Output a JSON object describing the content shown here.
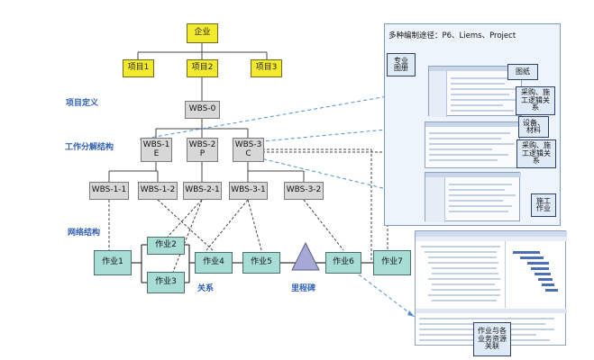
{
  "labels": {
    "project_definition": "项目定义",
    "wbs_structure": "工作分解结构",
    "network_structure": "网络结构",
    "relation": "关系",
    "milestone": "里程碑"
  },
  "nodes": {
    "enterprise": "企业",
    "project1": "项目1",
    "project2": "项目2",
    "project3": "项目3",
    "wbs0": "WBS-0",
    "wbs1": "WBS-1\nE",
    "wbs2": "WBS-2\nP",
    "wbs3": "WBS-3\nC",
    "wbs11": "WBS-1-1",
    "wbs12": "WBS-1-2",
    "wbs21": "WBS-2-1",
    "wbs31": "WBS-3-1",
    "wbs32": "WBS-3-2",
    "task1": "作业1",
    "task2": "作业2",
    "task3": "作业3",
    "task4": "作业4",
    "task5": "作业5",
    "task6": "作业6",
    "task7": "作业7"
  },
  "panel": {
    "title": "多种编制途径：P6、Liems、Project",
    "callouts": {
      "prof_drawing": "专业\n图册",
      "drawings": "图纸",
      "procure_1": "采购、施\n工逻辑关\n系",
      "equip_material": "设备、\n材料",
      "procure_2": "采购、施\n工逻辑关\n系",
      "construction": "施工\n作业"
    }
  },
  "bottom_callout": "作业与各\n业务资源\n关联",
  "colors": {
    "yellow": "#f3ea2c",
    "gray": "#d7d7d7",
    "teal": "#a8ddd6",
    "label_blue": "#2f5fb3",
    "milestone": "#a6a9d6"
  }
}
